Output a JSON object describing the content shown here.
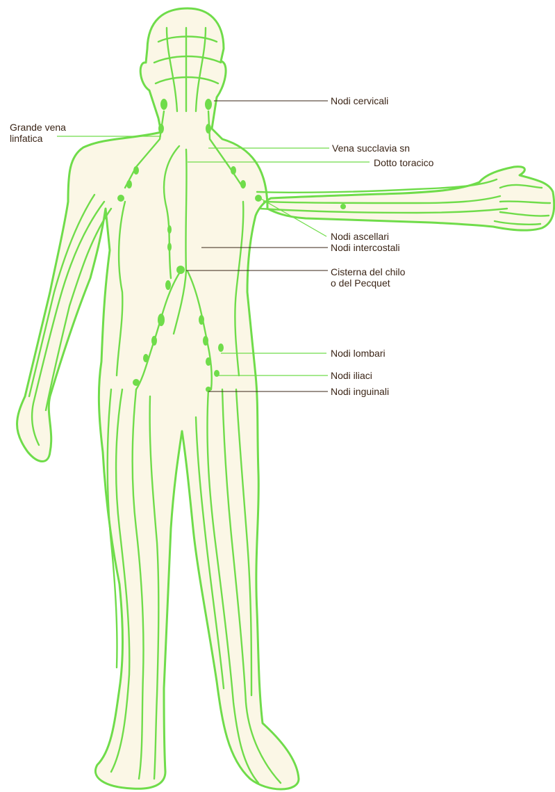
{
  "labels": {
    "grande_vena_line1": "Grande vena",
    "grande_vena_line2": "linfatica",
    "nodi_cervicali": "Nodi cervicali",
    "vena_succlavia": "Vena succlavia sn",
    "dotto_toracico": "Dotto toracico",
    "nodi_ascellari": "Nodi ascellari",
    "nodi_intercostali": "Nodi intercostali",
    "cisterna_line1": "Cisterna del chilo",
    "cisterna_line2": "o del Pecquet",
    "nodi_lombari": "Nodi lombari",
    "nodi_iliaci": "Nodi iliaci",
    "nodi_inguinali": "Nodi inguinali"
  },
  "colors": {
    "lymph_green": "#6fdc4a",
    "body_fill": "#fbf7e6",
    "label_text": "#3a2416"
  }
}
